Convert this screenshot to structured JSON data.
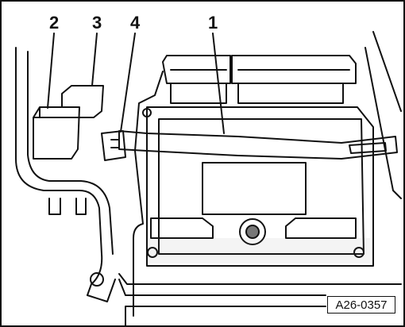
{
  "callouts": {
    "c1": "1",
    "c2": "2",
    "c3": "3",
    "c4": "4"
  },
  "reference_code": "A26-0357",
  "colors": {
    "line": "#111111",
    "background": "#ffffff",
    "shading": "#777777"
  }
}
